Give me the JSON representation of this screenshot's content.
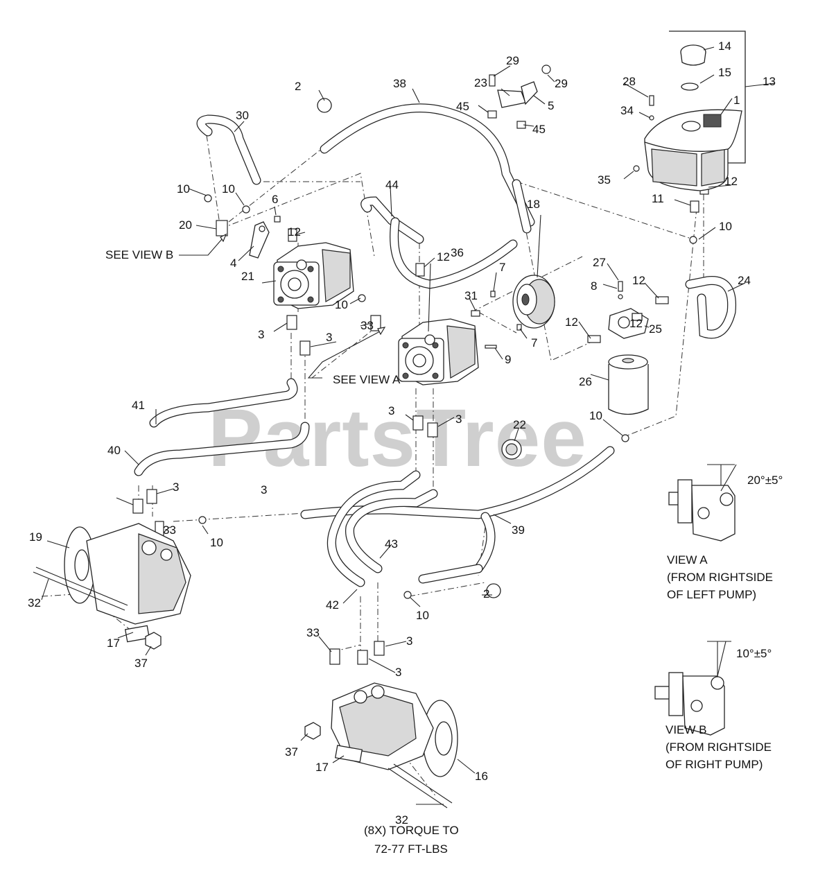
{
  "watermark": "PartsTree",
  "callouts": [
    "1",
    "2",
    "2",
    "3",
    "3",
    "3",
    "3",
    "3",
    "3",
    "3",
    "3",
    "4",
    "5",
    "6",
    "7",
    "7",
    "8",
    "9",
    "10",
    "10",
    "10",
    "10",
    "10",
    "10",
    "10",
    "11",
    "12",
    "12",
    "12",
    "12",
    "12",
    "12",
    "13",
    "14",
    "15",
    "16",
    "17",
    "17",
    "18",
    "19",
    "20",
    "21",
    "22",
    "23",
    "24",
    "25",
    "26",
    "27",
    "28",
    "29",
    "29",
    "30",
    "31",
    "32",
    "32",
    "33",
    "33",
    "33",
    "34",
    "35",
    "36",
    "37",
    "37",
    "38",
    "39",
    "40",
    "41",
    "42",
    "43",
    "44",
    "45",
    "45"
  ],
  "notes": {
    "see_view_b": "SEE VIEW B",
    "see_view_a": "SEE VIEW A",
    "torque_line1": "(8X) TORQUE TO",
    "torque_line2": "72-77 FT-LBS"
  },
  "view_a": {
    "angle": "20°±5°",
    "title": "VIEW A",
    "line2": "(FROM RIGHTSIDE",
    "line3": "OF LEFT PUMP)"
  },
  "view_b": {
    "angle": "10°±5°",
    "title": "VIEW B",
    "line2": "(FROM RIGHTSIDE",
    "line3": "OF RIGHT PUMP)"
  }
}
